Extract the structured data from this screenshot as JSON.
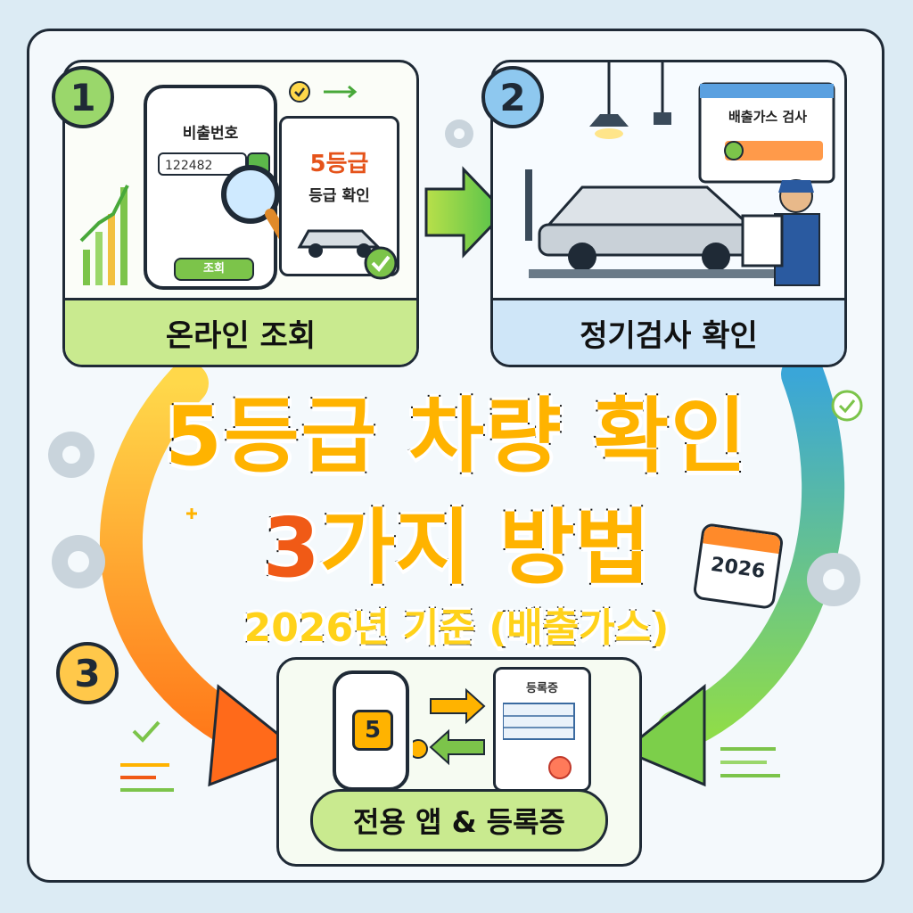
{
  "steps": [
    {
      "number": "1",
      "label": "온라인 조회"
    },
    {
      "number": "2",
      "label": "정기검사 확인"
    },
    {
      "number": "3",
      "label": "전용 앱 & 등록증"
    }
  ],
  "step1": {
    "phone_title": "비출번호",
    "search_value": "122482",
    "search_button": "조회",
    "result_grade": "5등급",
    "result_text": "등급 확인"
  },
  "step2": {
    "monitor_title": "배출가스 검사"
  },
  "step3": {
    "app_badge": "5",
    "doc_title": "등록증"
  },
  "headline": {
    "line1": "5등급 차량 확인",
    "line2_num": "3",
    "line2_rest": "가지 방법",
    "line3": "2026년 기준 (배출가스)"
  },
  "calendar": {
    "year": "2026"
  },
  "colors": {
    "green": "#8bd45a",
    "blue": "#8ec8ef",
    "yellow": "#ffc84a",
    "orange": "#f05a16"
  }
}
